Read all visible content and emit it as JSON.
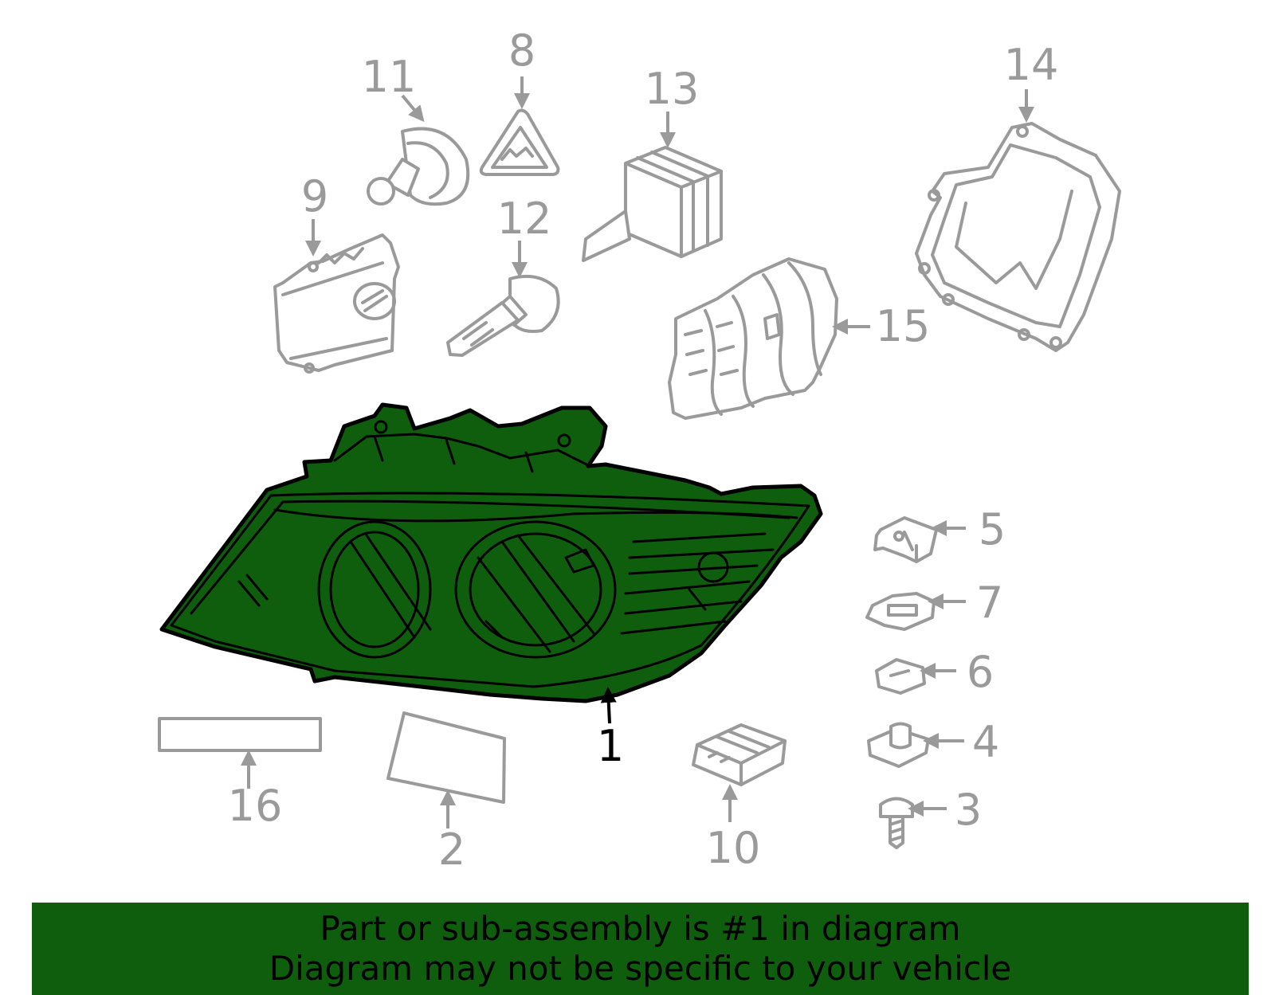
{
  "callouts": {
    "c1": "1",
    "c2": "2",
    "c3": "3",
    "c4": "4",
    "c5": "5",
    "c6": "6",
    "c7": "7",
    "c8": "8",
    "c9": "9",
    "c10": "10",
    "c11": "11",
    "c12": "12",
    "c13": "13",
    "c14": "14",
    "c15": "15",
    "c16": "16"
  },
  "banner": {
    "line1": "Part or sub-assembly is #1 in diagram",
    "line2": "Diagram may not be specific to your vehicle"
  },
  "colors": {
    "highlight": "#0f5e0d",
    "part_outline": "#9a9a9a",
    "main_outline": "#000000"
  }
}
